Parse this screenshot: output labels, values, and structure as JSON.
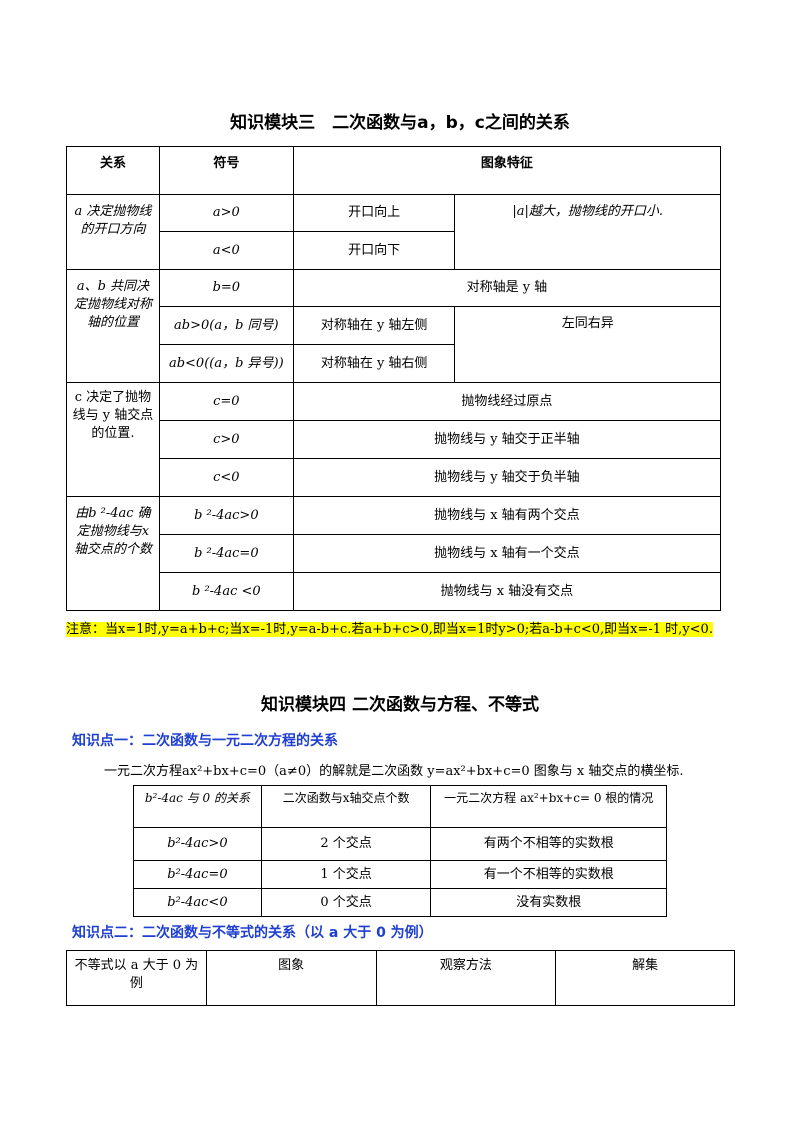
{
  "section3": {
    "title": "知识模块三　二次函数与a，b，c之间的关系",
    "headers": [
      "关系",
      "符号",
      "图象特征"
    ],
    "rows": {
      "a_rel": "a 决定抛物线的开口方向",
      "a_pos": "a>0",
      "a_pos_feat": "开口向上",
      "a_neg": "a<0",
      "a_neg_feat": "开口向下",
      "a_abs": "|a|越大，抛物线的开口小.",
      "ab_rel": "a、b 共同决定抛物线对称轴的位置",
      "b0": "b=0",
      "b0_feat": "对称轴是 y 轴",
      "ab_pos": "ab>0(a，b 同号)",
      "ab_pos_feat": "对称轴在 y 轴左侧",
      "ab_neg": "ab<0((a，b 异号))",
      "ab_neg_feat": "对称轴在 y 轴右侧",
      "lr": "左同右异",
      "c_rel": "c 决定了抛物线与 y 轴交点的位置.",
      "c0": "c=0",
      "c0_feat": "抛物线经过原点",
      "cpos": "c>0",
      "cpos_feat": "抛物线与 y 轴交于正半轴",
      "cneg": "c<0",
      "cneg_feat": "抛物线与 y 轴交于负半轴",
      "d_rel": "由b ²-4ac 确定抛物线与x轴交点的个数",
      "dpos": "b ²-4ac>0",
      "dpos_feat": "抛物线与 x 轴有两个交点",
      "dzero": "b ²-4ac=0",
      "dzero_feat": "抛物线与 x 轴有一个交点",
      "dneg": "b ²-4ac <0",
      "dneg_feat": "抛物线与 x 轴没有交点"
    },
    "note": "注意：当x=1时,y=a+b+c;当x=-1时,y=a-b+c.若a+b+c>0,即当x=1时y>0;若a-b+c<0,即当x=-1 时,y<0."
  },
  "section4": {
    "title": "知识模块四 二次函数与方程、不等式",
    "kp1": "知识点一：二次函数与一元二次方程的关系",
    "para": "一元二次方程ax²+bx+c=0（a≠0）的解就是二次函数 y=ax²+bx+c=0 图象与 x 轴交点的横坐标.",
    "t2_headers": [
      "b²-4ac 与 0 的关系",
      "二次函数与x轴交点个数",
      "一元二次方程 ax²+bx+c= 0 根的情况"
    ],
    "t2_rows": [
      [
        "b²-4ac>0",
        "2 个交点",
        "有两个不相等的实数根"
      ],
      [
        "b²-4ac=0",
        "1 个交点",
        "有一个不相等的实数根"
      ],
      [
        "b²-4ac<0",
        "0 个交点",
        "没有实数根"
      ]
    ],
    "kp2": "知识点二：二次函数与不等式的关系（以 a 大于 0 为例）",
    "t3_headers": [
      "不等式以 a 大于 0 为例",
      "图象",
      "观察方法",
      "解集"
    ]
  }
}
